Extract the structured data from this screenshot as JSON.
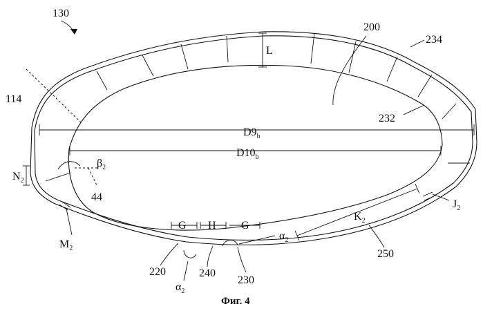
{
  "figure": {
    "caption": "Фиг. 4",
    "labels": {
      "ref_130": "130",
      "ref_200": "200",
      "ref_234": "234",
      "ref_114": "114",
      "ref_232": "232",
      "ref_44": "44",
      "ref_220": "220",
      "ref_240": "240",
      "ref_230": "230",
      "ref_250": "250",
      "dim_L": "L",
      "dim_N_main": "N",
      "dim_N_sub": "2",
      "dim_D9_main": "D9",
      "dim_D9_sub": "b",
      "dim_D10_main": "D10",
      "dim_D10_sub": "b",
      "beta_main": "β",
      "beta_sub": "2",
      "alpha_right_main": "α",
      "alpha_right_sub": "2",
      "alpha_bottom_main": "α",
      "alpha_bottom_sub": "2",
      "dim_G_left": "G",
      "dim_H": "H",
      "dim_G_right": "G",
      "dim_K_main": "K",
      "dim_K_sub": "2",
      "dim_J_main": "J",
      "dim_J_sub": "2",
      "dim_M_main": "M",
      "dim_M_sub": "2"
    }
  }
}
